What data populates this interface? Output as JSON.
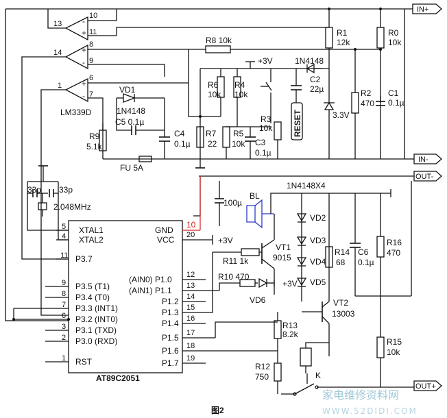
{
  "diagram": {
    "labels": {
      "in_plus": "IN+",
      "in_minus": "IN-",
      "out_minus": "OUT-",
      "out_plus": "OUT+",
      "r1": "R1",
      "r1v": "12k",
      "r0": "R0",
      "r0v": "10k",
      "r8": "R8 10k",
      "plus3v_top": "+3V",
      "d_1n4148_top": "1N4148",
      "c2": "C2",
      "c2v": "22µ",
      "r6": "R6",
      "r6v": "10k",
      "r4": "R4",
      "r4v": "10k",
      "r2": "R2",
      "r2v": "470",
      "c1": "C1",
      "c1v": "0.1µ",
      "vd1": "VD1",
      "lm339": "LM339D",
      "d_1n4148_mid": "1N4148",
      "c5": "C5 0.1µ",
      "r3": "R3",
      "r3v": "10k",
      "reset": "RESET",
      "zener": "3.3V",
      "r9": "R9",
      "r9v": "5.1k",
      "c4": "C4",
      "c4v": "0.1µ",
      "r7": "R7",
      "r7v": "22",
      "r5": "R5",
      "r5v": "10k",
      "c3": "C3",
      "c3v": "0.1µ",
      "fuse": "FU 5A",
      "c33a": "33p",
      "c33b": "33p",
      "xtal_freq": "2.048MHz",
      "c100": "100µ",
      "bl": "BL",
      "diodes_x4": "1N4148X4",
      "pin13": "13",
      "pin10": "10",
      "pin11": "11",
      "pin14": "14",
      "pin8": "8",
      "pin9": "9",
      "pin1": "1",
      "pin6": "6",
      "pin7": "7",
      "mcu_pins_left": [
        {
          "num": "5",
          "name": "XTAL1"
        },
        {
          "num": "4",
          "name": "XTAL2"
        },
        {
          "num": "11",
          "name": "P3.7"
        },
        {
          "num": "9",
          "name": "P3.5 (T1)"
        },
        {
          "num": "8",
          "name": "P3.4 (T0)"
        },
        {
          "num": "7",
          "name": "P3.3 (INT1)"
        },
        {
          "num": "6",
          "name": "P3.2 (INT0)"
        },
        {
          "num": "3",
          "name": "P3.1 (TXD)"
        },
        {
          "num": "2",
          "name": "P3.0 (RXD)"
        },
        {
          "num": "1",
          "name": "RST"
        }
      ],
      "mcu_pins_right": [
        {
          "num": "10",
          "name": "GND"
        },
        {
          "num": "20",
          "name": "VCC"
        },
        {
          "num": "12",
          "name": "(AIN0) P1.0"
        },
        {
          "num": "13",
          "name": "(AIN1) P1.1"
        },
        {
          "num": "14",
          "name": "P1.2"
        },
        {
          "num": "15",
          "name": "P1.3"
        },
        {
          "num": "16",
          "name": "P1.4"
        },
        {
          "num": "17",
          "name": "P1.5"
        },
        {
          "num": "18",
          "name": "P1.6"
        },
        {
          "num": "19",
          "name": "P1.7"
        }
      ],
      "mcu_name": "AT89C2051",
      "vcc_3v": "+3V",
      "vt1": "VT1",
      "vt1v": "9015",
      "r11": "R11 1k",
      "r10": "R10 470",
      "vd6": "VD6",
      "plus3v_mid": "+3V",
      "vd2": "VD2",
      "vd3": "VD3",
      "vd4": "VD4",
      "vd5": "VD5",
      "r14": "R14",
      "r14v": "68",
      "c6": "C6",
      "c6v": "0.1µ",
      "r16": "R16",
      "r16v": "470",
      "vt2": "VT2",
      "vt2v": "13003",
      "r13": "R13",
      "r13v": "8.2k",
      "r15": "R15",
      "r15v": "10k",
      "r12": "R12",
      "r12v": "750",
      "k": "K",
      "figure_caption": "图2"
    },
    "watermark": {
      "text_cn": "家电维修资料网",
      "url": "WWW.52DIDI.COM"
    }
  }
}
